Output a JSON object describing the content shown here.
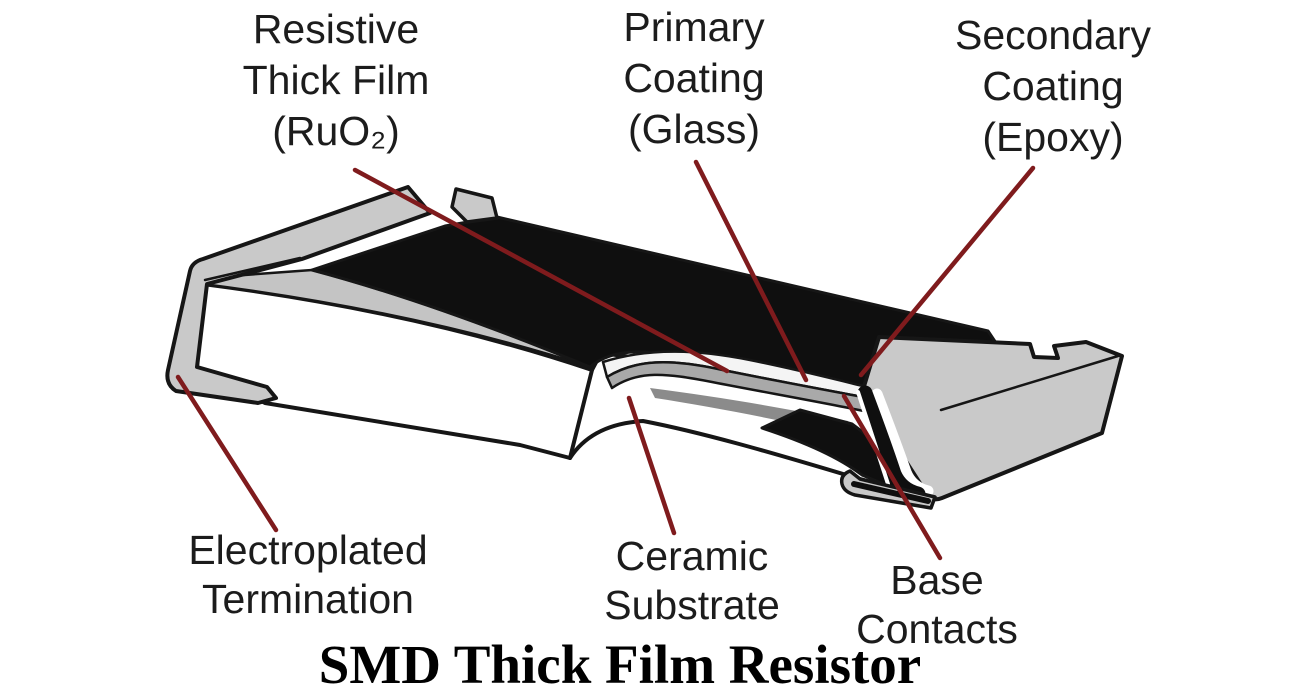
{
  "diagram": {
    "title": "SMD Thick Film Resistor",
    "labels": {
      "resistive_film": "Resistive\nThick Film\n(RuO₂)",
      "primary_coating": "Primary\nCoating\n(Glass)",
      "secondary_coating": "Secondary\nCoating\n(Epoxy)",
      "electroplated_termination": "Electroplated\nTermination",
      "ceramic_substrate": "Ceramic\nSubstrate",
      "base_contacts": "Base\nContacts"
    },
    "colors": {
      "background": "#ffffff",
      "outline": "#161616",
      "termination_gray": "#c9c9c9",
      "epoxy_black": "#0f0f0f",
      "glass_white": "#f4f4f4",
      "resistive_film_gray": "#a9a9a9",
      "film_shadow_gray": "#8b8b8b",
      "leader_line": "#7f1b1d",
      "text": "#1c1c1c"
    }
  }
}
